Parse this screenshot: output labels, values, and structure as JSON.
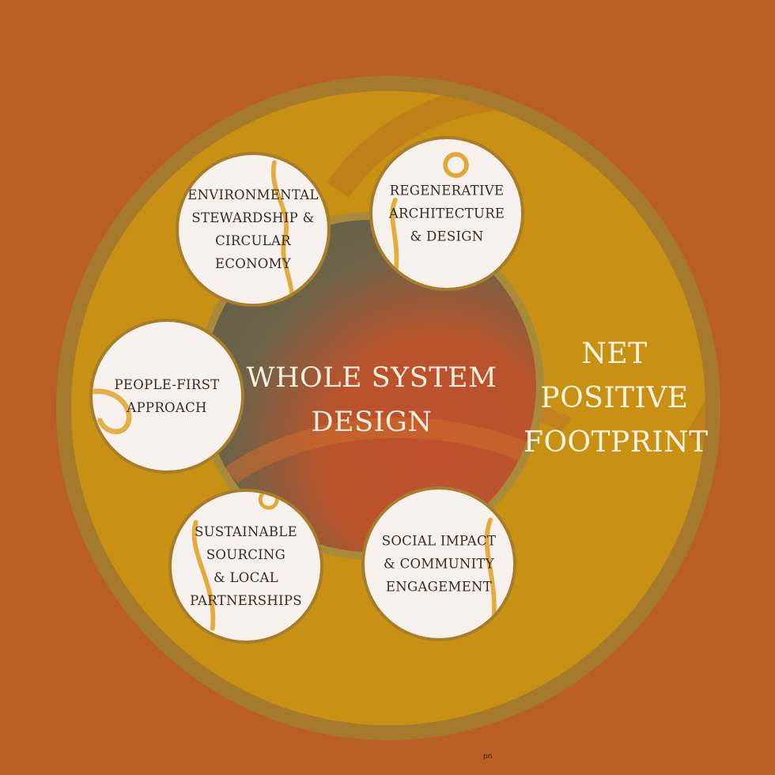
{
  "diagram": {
    "center_title": "WHOLE SYSTEM\nDESIGN",
    "outer_label": "NET\nPOSITIVE\nFOOTPRINT",
    "nodes": [
      {
        "id": "environmental",
        "label": "ENVIRONMENTAL\nSTEWARDSHIP &\nCIRCULAR ECONOMY"
      },
      {
        "id": "regenerative",
        "label": "REGENERATIVE\nARCHITECTURE\n& DESIGN"
      },
      {
        "id": "people",
        "label": "PEOPLE-FIRST\nAPPROACH"
      },
      {
        "id": "sustainable",
        "label": "SUSTAINABLE\nSOURCING\n& LOCAL\nPARTNERSHIPS"
      },
      {
        "id": "social",
        "label": "SOCIAL IMPACT\n& COMMUNITY\nENGAGEMENT"
      }
    ],
    "footer_mark": "pn"
  },
  "colors": {
    "background": "#b95f26",
    "outer_disc": "#c89114",
    "ring": "#a57a2c",
    "node_fill": "#f6f1ec",
    "swirl": "#e0a021",
    "text_light": "#f7efe0",
    "text_dark": "#3a2a20"
  }
}
